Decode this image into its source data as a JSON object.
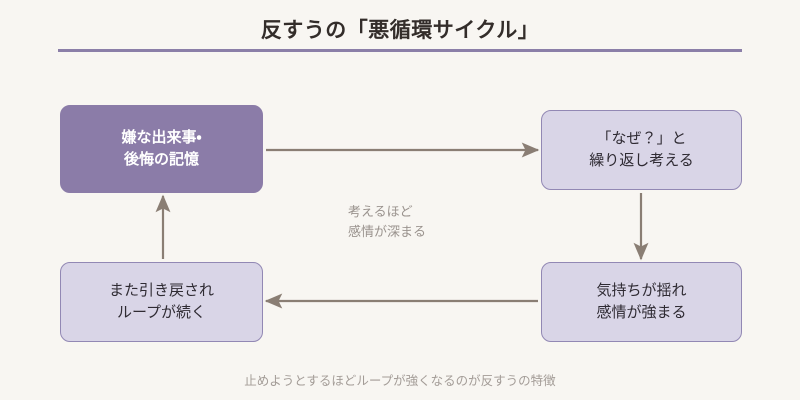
{
  "header": {
    "title": "反すうの「悪循環サイクル」",
    "rule_color": "#8b7fa8"
  },
  "theme": {
    "background": "#f8f6f2",
    "primary_node_fill": "#8b7ca8",
    "primary_node_text": "#ffffff",
    "soft_node_fill": "#d9d5e7",
    "soft_node_border": "#9288b4",
    "soft_node_text": "#2f2b33",
    "arrow_color": "#8a7e74",
    "annotation_color": "#9a938e",
    "footnote_color": "#a39c97"
  },
  "diagram": {
    "type": "cycle",
    "nodes": [
      {
        "id": "trigger",
        "style": "primary",
        "line1": "嫌な出来事・",
        "line2": "後悔の記憶"
      },
      {
        "id": "question",
        "style": "soft",
        "line1": "「なぜ？」と",
        "line2": "繰り返し考える"
      },
      {
        "id": "emotion",
        "style": "soft",
        "line1": "気持ちが揺れ",
        "line2": "感情が強まる"
      },
      {
        "id": "loop",
        "style": "soft",
        "line1": "また引き戻され",
        "line2": "ループが続く"
      }
    ],
    "edges": [
      {
        "id": "trigger-to-question",
        "from": "trigger",
        "to": "question",
        "direction": "right"
      },
      {
        "id": "question-to-emotion",
        "from": "question",
        "to": "emotion",
        "direction": "down"
      },
      {
        "id": "emotion-to-loop",
        "from": "emotion",
        "to": "loop",
        "direction": "left"
      },
      {
        "id": "loop-to-trigger",
        "from": "loop",
        "to": "trigger",
        "direction": "up"
      }
    ],
    "center_note": {
      "line1": "考えるほど",
      "line2": "感情が深まる"
    }
  },
  "footer": {
    "note": "止めようとするほどループが強くなるのが反すうの特徴"
  }
}
